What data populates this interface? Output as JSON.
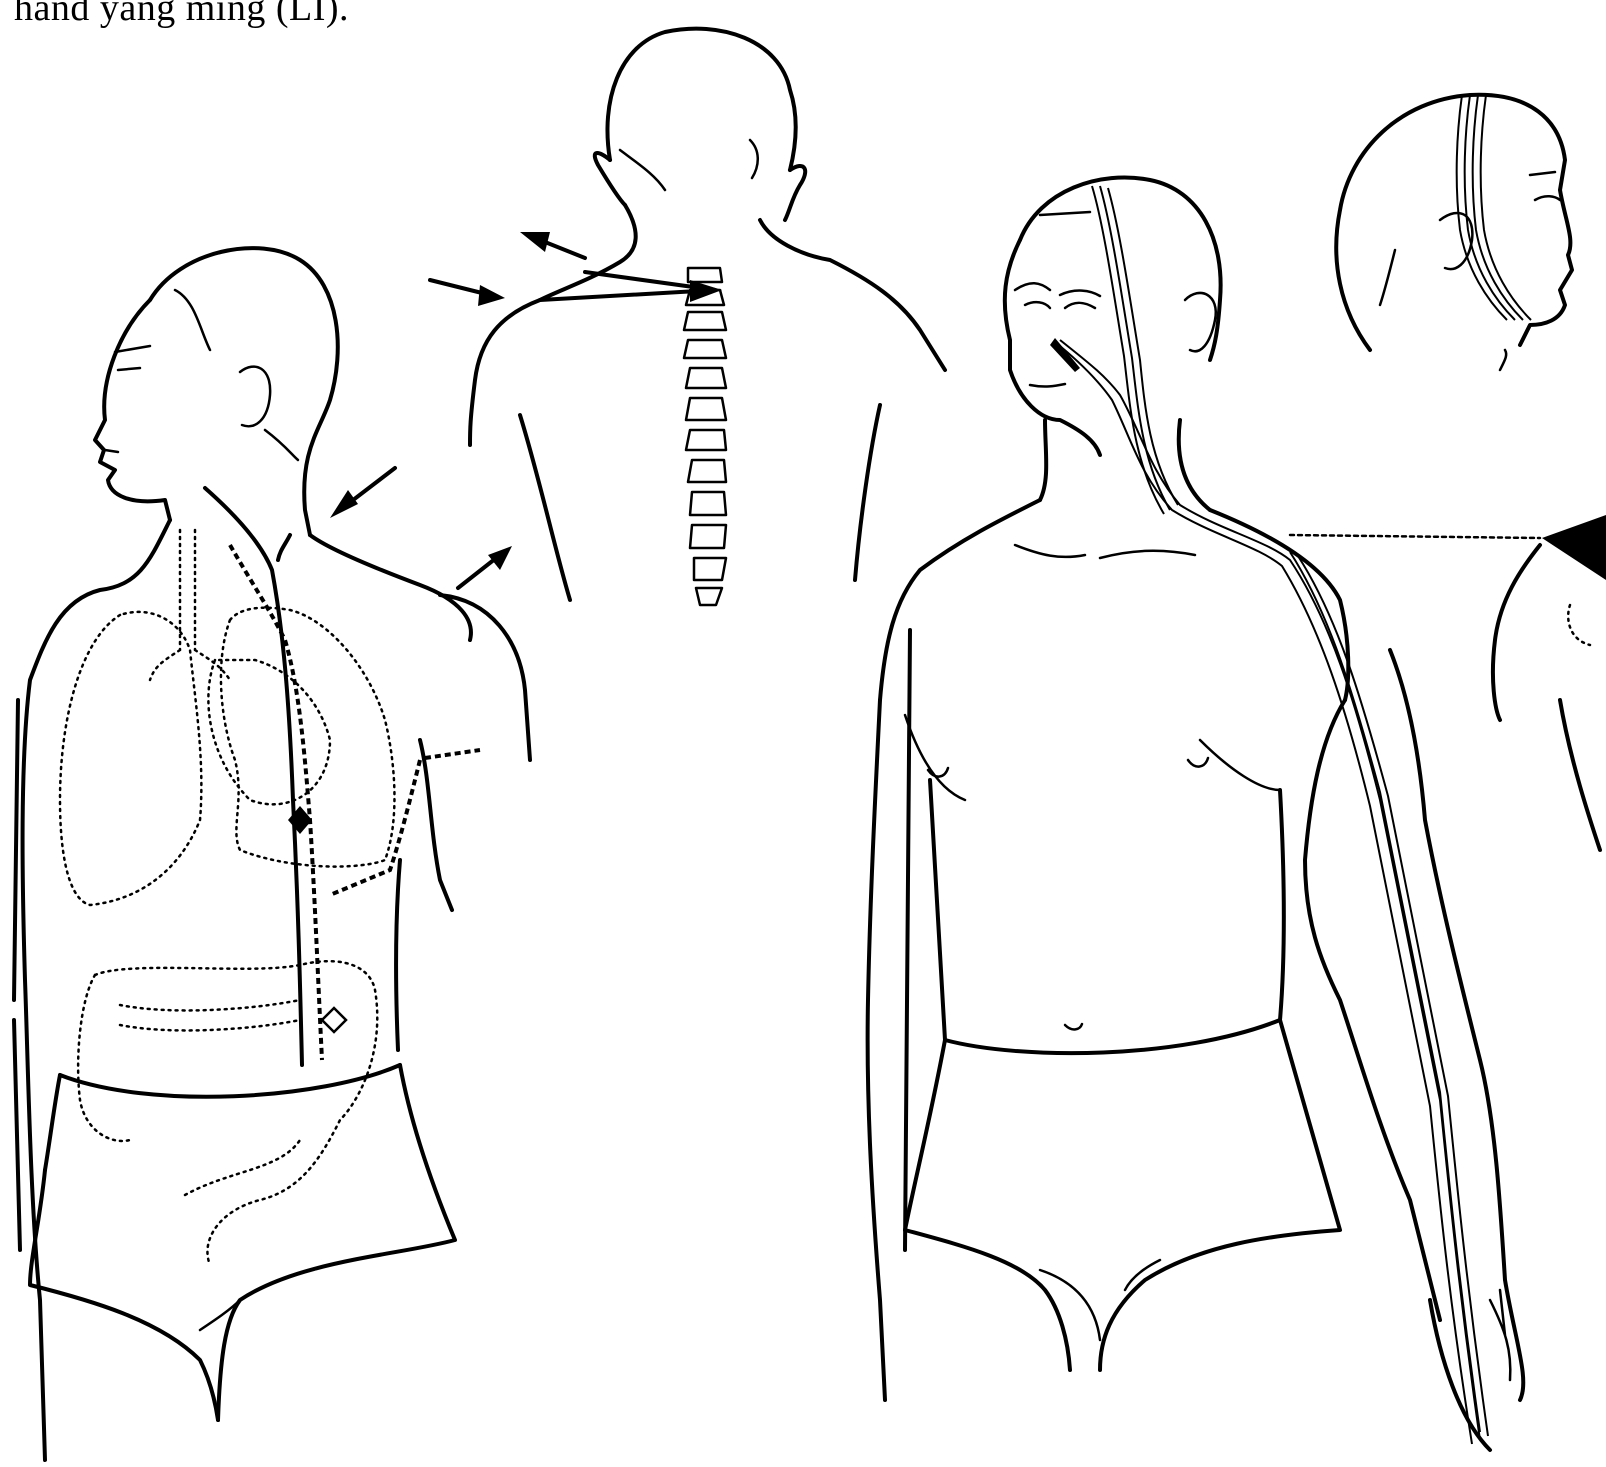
{
  "figure": {
    "caption_fragment": "hand yang ming (LI).",
    "colors": {
      "ink": "#000000",
      "paper": "#ffffff"
    },
    "panels": [
      "figure-left-torso-organs",
      "figure-back-view",
      "figure-front-standing",
      "figure-head-side-view",
      "figure-right-partial-shoulder"
    ]
  }
}
